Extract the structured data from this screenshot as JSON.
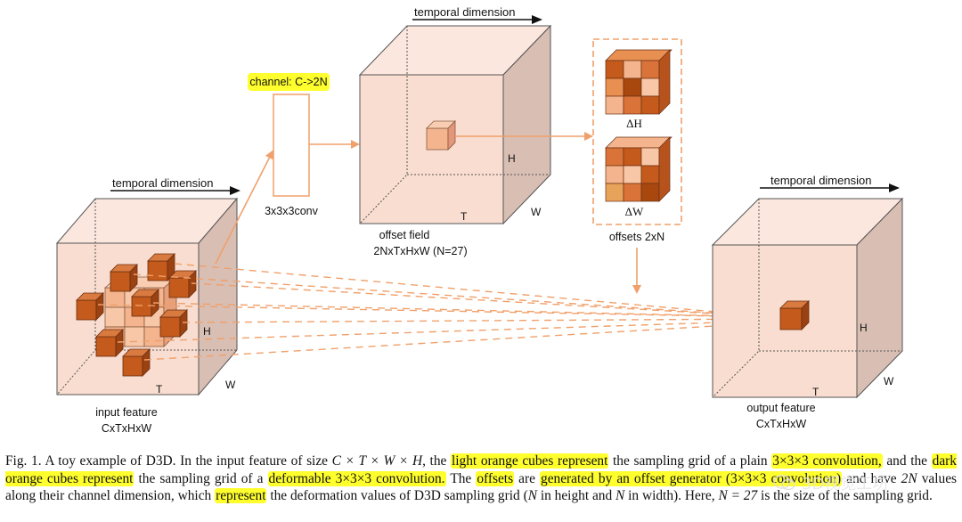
{
  "colors": {
    "cube_front": "#f9ddd0",
    "cube_top": "#fbe7de",
    "cube_side": "#d9beb3",
    "dark_cube": "#c45a1c",
    "light_cube": "#f3b48e",
    "arrow": "#f0a06a",
    "highlight": "#ffff2e"
  },
  "labels": {
    "temporal_left": "temporal dimension",
    "temporal_mid": "temporal dimension",
    "temporal_right": "temporal dimension",
    "channel_tag": "channel: C->2N",
    "conv": "3x3x3conv",
    "offset_field_line1": "offset field",
    "offset_field_line2": "2NxTxHxW  (N=27)",
    "offsets": "offsets 2xN",
    "delta_h": "ΔH",
    "delta_w": "ΔW",
    "input_line1": "input feature",
    "input_line2": "CxTxHxW",
    "output_line1": "output feature",
    "output_line2": "CxTxHxW",
    "axis_t": "T",
    "axis_h": "H",
    "axis_w": "W"
  },
  "caption": {
    "p1": "Fig. 1.   A toy example of D3D. In the input feature of size ",
    "math_size": "C × T × W × H",
    "p2": ", the ",
    "h1": "light orange cubes represent",
    "p3": " the sampling grid of a plain ",
    "h2": "3×3×3 convolution,",
    "p4": " and the ",
    "h3": "dark orange cubes represent",
    "p5": " the sampling grid of a ",
    "h4": "deformable 3×3×3 convolution.",
    "p6": " The ",
    "h5": "offsets",
    "p7": " are ",
    "h6": "generated by an offset generator (3×3×3 convolution)",
    "p8": " and have ",
    "math_2n": "2N",
    "p9": " values along their channel dimension, which ",
    "h7": "represent",
    "p10": " the deformation values of D3D sampling grid (",
    "math_n1": "N",
    "p11": " in height and ",
    "math_n2": "N",
    "p12": " in width). Here, ",
    "math_n27": "N = 27",
    "p13": " is the size of the sampling grid."
  },
  "watermark": {
    "text": "3D视觉工坊"
  }
}
